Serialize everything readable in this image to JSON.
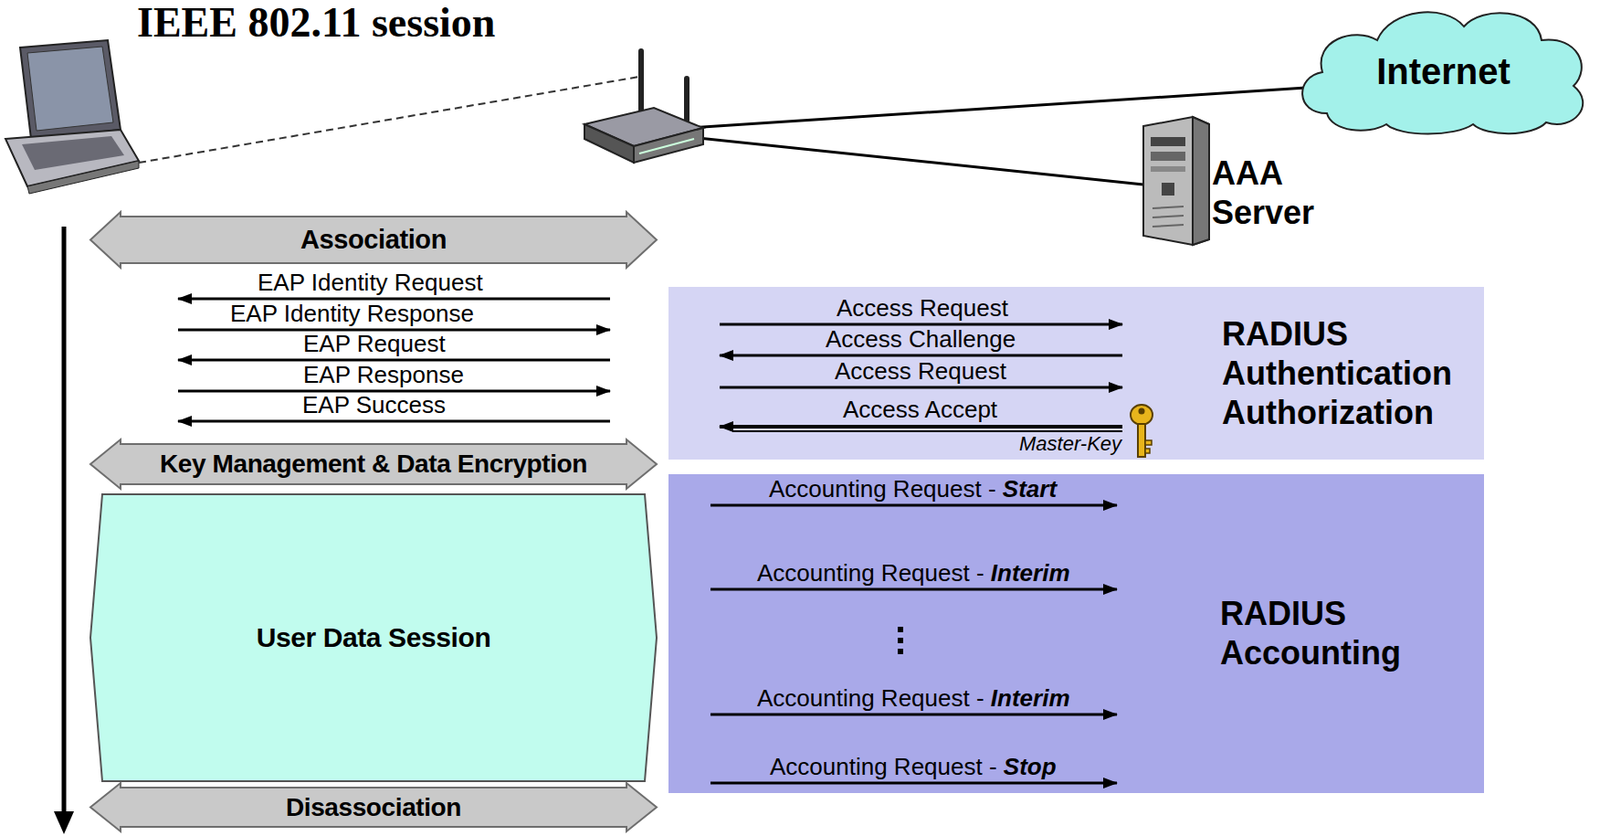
{
  "diagram": {
    "title": "IEEE 802.11 session",
    "nodes": [
      {
        "text": [
          "Internet"
        ]
      },
      {
        "text": [
          "AAA Server"
        ]
      },
      {
        "text": [
          "Association"
        ]
      },
      {
        "text": [
          "RADIUS Authentication Authorization"
        ]
      },
      {
        "text": [
          "Key Management & Data Encryption"
        ]
      },
      {
        "text": [
          "RADIUS Accounting"
        ]
      },
      {
        "text": [
          "User Data Session"
        ]
      },
      {
        "text": [
          "Disassociation"
        ]
      }
    ],
    "labels": [
      "EAP Identity Request",
      "EAP Identity Response",
      "EAP Request",
      "EAP Response",
      "EAP Success",
      "Access Request",
      "Access Challenge",
      "Access Request",
      "Access Accept",
      "Master-Key",
      "Accounting Request - Start",
      "Accounting Request - Interim",
      "Accounting Request - Interim",
      "Accounting Request - Stop"
    ]
  }
}
